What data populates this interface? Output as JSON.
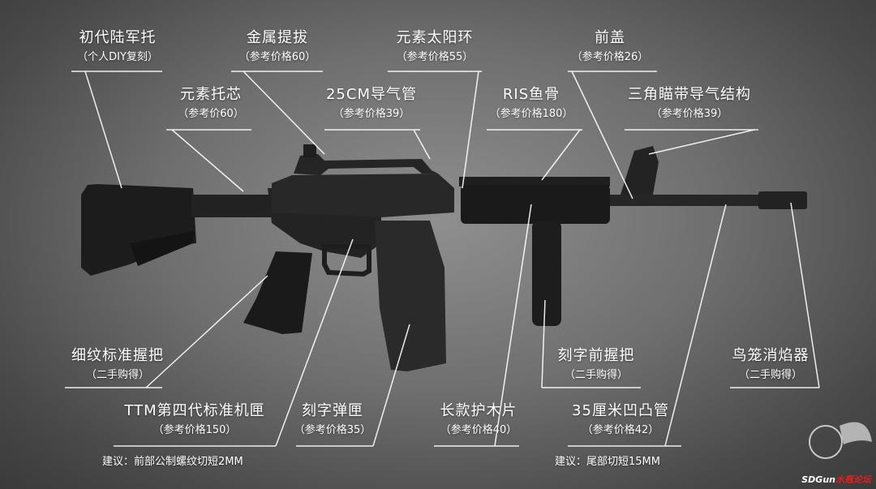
{
  "labels": [
    {
      "id": "stock",
      "title": "初代陆军托",
      "sub": "（个人DIY复刻）"
    },
    {
      "id": "carry-handle",
      "title": "金属提拔",
      "sub": "（参考价格60）"
    },
    {
      "id": "sun-ring",
      "title": "元素太阳环",
      "sub": "（参考价格55）"
    },
    {
      "id": "front-cap",
      "title": "前盖",
      "sub": "（参考价格26）"
    },
    {
      "id": "buffer-tube",
      "title": "元素托芯",
      "sub": "（参考价60）"
    },
    {
      "id": "gas-tube",
      "title": "25CM导气管",
      "sub": "（参考价格39）"
    },
    {
      "id": "ris-rail",
      "title": "RIS鱼骨",
      "sub": "（参考价格180）"
    },
    {
      "id": "front-sight",
      "title": "三角瞄带导气结构",
      "sub": "（参考价格39）"
    },
    {
      "id": "pistol-grip",
      "title": "细纹标准握把",
      "sub": "（二手购得）"
    },
    {
      "id": "front-grip",
      "title": "刻字前握把",
      "sub": "（二手购得）"
    },
    {
      "id": "flash-hider",
      "title": "鸟笼消焰器",
      "sub": "（二手购得）"
    },
    {
      "id": "receiver",
      "title": "TTM第四代标准机匣",
      "sub": "（参考价格150）"
    },
    {
      "id": "magazine",
      "title": "刻字弹匣",
      "sub": "（参考价格35）"
    },
    {
      "id": "handguard",
      "title": "长款护木片",
      "sub": "（参考价格40）"
    },
    {
      "id": "barrel",
      "title": "35厘米凹凸管",
      "sub": "（参考价格42）"
    }
  ],
  "notes": {
    "receiver": "建议：前部公制螺纹切短2MM",
    "barrel": "建议：尾部切短15MM"
  },
  "watermark": {
    "left": "SDGun",
    "right": "水瓶论坛"
  }
}
